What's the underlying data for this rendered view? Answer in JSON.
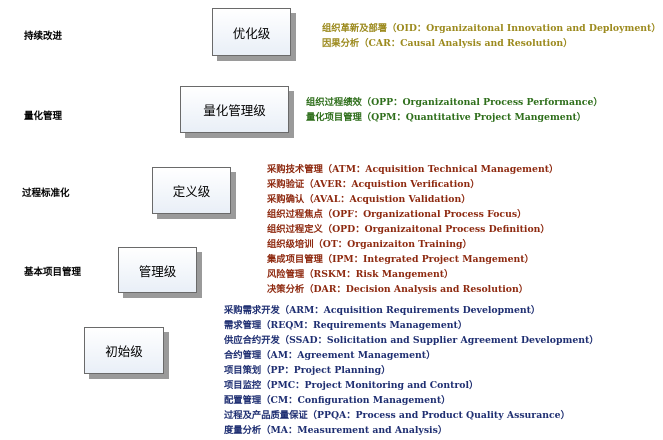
{
  "colors": {
    "level5_text": "#9c8a1e",
    "level4_text": "#2f6f1c",
    "level3_text": "#8e2a10",
    "level2_text": "#1f2f72"
  },
  "stages": [
    {
      "label": "持续改进",
      "box": "优化级"
    },
    {
      "label": "量化管理",
      "box": "量化管理级"
    },
    {
      "label": "过程标准化",
      "box": "定义级"
    },
    {
      "label": "基本项目管理",
      "box": "管理级"
    },
    {
      "label": "",
      "box": "初始级"
    }
  ],
  "process_areas": {
    "level5": [
      "组织革新及部署（OID：Organizaitonal Innovation and Deployment）",
      "因果分析（CAR：Causal Analysis and Resolution）"
    ],
    "level4": [
      "组织过程绩效（OPP：Organizaitonal Process Performance）",
      "量化项目管理（QPM：Quantitative Project Mangement）"
    ],
    "level3": [
      "采购技术管理（ATM：Acquisition Technical Management）",
      "采购验证（AVER：Acquistion Verification）",
      "采购确认（AVAL：Acquistion Validation）",
      "组织过程焦点（OPF：Organizational Process Focus）",
      "组织过程定义（OPD：Organizaitonal Process Definition）",
      "组织级培训（OT：Organizaiton Training）",
      "集成项目管理（IPM：Integrated Project Mangement）",
      "风险管理（RSKM：Risk Mangement）",
      "决策分析（DAR：Decision Analysis and Resolution）"
    ],
    "level2": [
      "采购需求开发（ARM：Acquisition Requirements Development）",
      "需求管理（REQM：Requirements Management）",
      "供应合约开发（SSAD：Solicitation and Supplier Agreement Development）",
      "合约管理（AM：Agreement Management）",
      "项目策划（PP：Project Planning）",
      "项目监控（PMC：Project Monitoring and Control）",
      "配置管理（CM：Configuration Management）",
      "过程及产品质量保证（PPQA：Process and Product Quality Assurance）",
      "度量分析（MA：Measurement and Analysis）"
    ]
  }
}
